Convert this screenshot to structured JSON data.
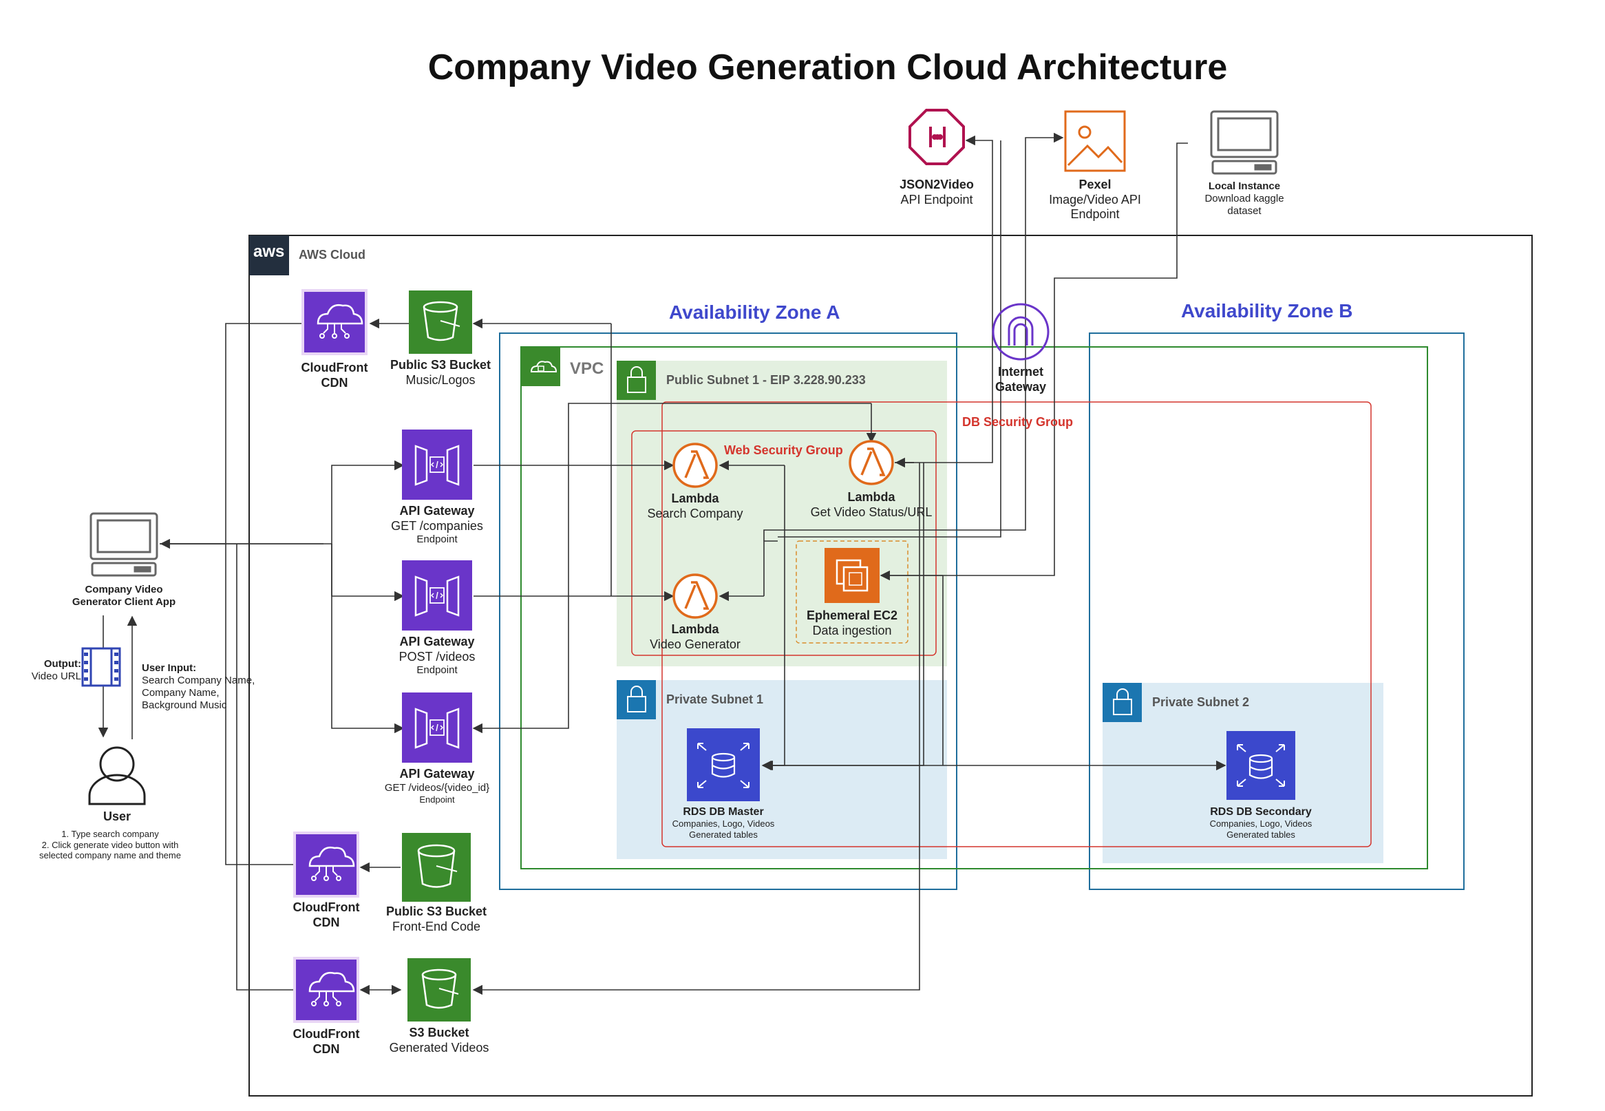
{
  "title": "Company Video Generation Cloud Architecture",
  "aws_cloud": "AWS Cloud",
  "aws_logo_text": "aws",
  "vpc": "VPC",
  "availability_zone_a": "Availability Zone A",
  "availability_zone_b": "Availability Zone B",
  "public_subnet_1": "Public Subnet 1 - EIP 3.228.90.233",
  "private_subnet_1": "Private Subnet 1",
  "private_subnet_2": "Private Subnet 2",
  "web_security_group": "Web Security Group",
  "db_security_group": "DB Security Group",
  "external": {
    "json2video": {
      "title": "JSON2Video",
      "sub": "API Endpoint"
    },
    "pexel": {
      "title": "Pexel",
      "sub1": "Image/Video API",
      "sub2": "Endpoint"
    },
    "local": {
      "title": "Local Instance",
      "sub1": "Download kaggle",
      "sub2": "dataset"
    }
  },
  "internet_gateway": {
    "line1": "Internet",
    "line2": "Gateway"
  },
  "client_app": {
    "line1": "Company Video",
    "line2": "Generator Client App"
  },
  "user": {
    "title": "User",
    "step1": "1. Type search company",
    "step2": "2. Click generate video button with",
    "step3": "selected company name and theme"
  },
  "output": {
    "label": "Output:",
    "value": "Video URL"
  },
  "user_input": {
    "label": "User Input:",
    "line1": "Search Company Name,",
    "line2": "Company Name,",
    "line3": "Background Music"
  },
  "cdn1": {
    "line1": "CloudFront",
    "line2": "CDN"
  },
  "cdn2": {
    "line1": "CloudFront",
    "line2": "CDN"
  },
  "cdn3": {
    "line1": "CloudFront",
    "line2": "CDN"
  },
  "s3_music": {
    "title": "Public S3 Bucket",
    "sub": "Music/Logos"
  },
  "s3_frontend": {
    "title": "Public S3 Bucket",
    "sub": "Front-End Code"
  },
  "s3_videos": {
    "title": "S3 Bucket",
    "sub": "Generated Videos"
  },
  "api1": {
    "title": "API Gateway",
    "sub": "GET /companies",
    "sub2": "Endpoint"
  },
  "api2": {
    "title": "API Gateway",
    "sub": "POST /videos",
    "sub2": "Endpoint"
  },
  "api3": {
    "title": "API Gateway",
    "sub": "GET /videos/{video_id}",
    "sub2": "Endpoint"
  },
  "lambda_search": {
    "title": "Lambda",
    "sub": "Search Company"
  },
  "lambda_status": {
    "title": "Lambda",
    "sub": "Get Video Status/URL"
  },
  "lambda_generator": {
    "title": "Lambda",
    "sub": "Video Generator"
  },
  "ec2": {
    "title": "Ephemeral EC2",
    "sub": "Data ingestion"
  },
  "rds_master": {
    "title": "RDS DB Master",
    "sub1": "Companies, Logo, Videos",
    "sub2": "Generated tables"
  },
  "rds_secondary": {
    "title": "RDS DB Secondary",
    "sub1": "Companies, Logo, Videos",
    "sub2": "Generated tables"
  },
  "colors": {
    "purple": "#6a35c9",
    "green": "#3a8a2c",
    "orange": "#e06a1b",
    "rds_blue": "#3b48cc",
    "crimson": "#b0124f",
    "az_border": "#1f6e9c",
    "vpc_border": "#2e8a2e",
    "subnet_public": "#e3f0e0",
    "subnet_private": "#dcebf4",
    "security_red": "#d4352d"
  }
}
